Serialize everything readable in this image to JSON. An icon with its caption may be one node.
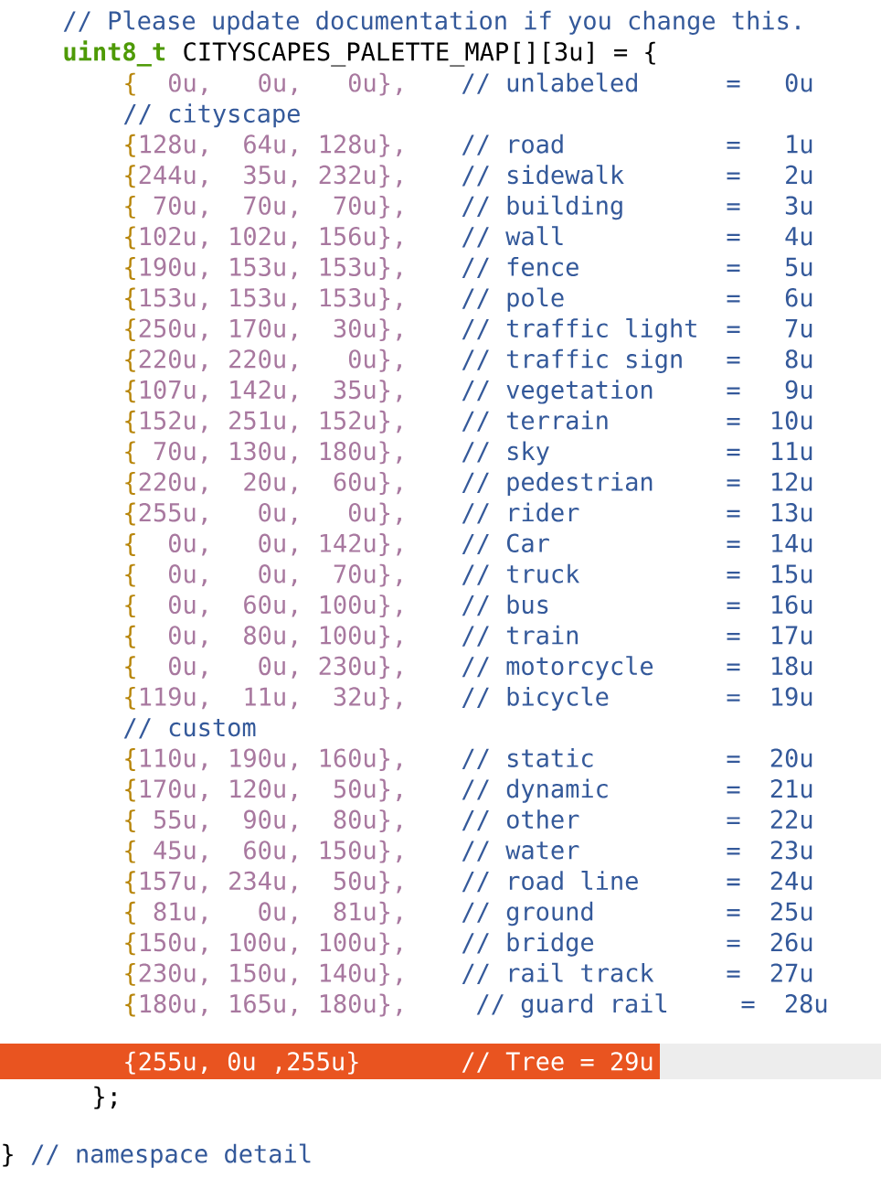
{
  "diagram": {
    "labels": [
      "// Please update documentation if you change this.",
      "uint8_t",
      "CITYSCAPES_PALETTE_MAP[][3u] = {",
      "{",
      "0u,",
      "0u,",
      "0u},",
      "// unlabeled",
      "=",
      "0u",
      "// cityscape",
      "{",
      "128u,",
      "64u,",
      "128u},",
      "// road",
      "=",
      "1u",
      "{",
      "244u,",
      "35u,",
      "232u},",
      "// sidewalk",
      "=",
      "2u",
      "{",
      "70u,",
      "70u,",
      "70u},",
      "// building",
      "=",
      "3u",
      "{",
      "102u,",
      "102u,",
      "156u},",
      "// wall",
      "=",
      "4u",
      "{",
      "190u,",
      "153u,",
      "153u},",
      "// fence",
      "=",
      "5u",
      "{",
      "153u,",
      "153u,",
      "153u},",
      "// pole",
      "=",
      "6u",
      "{",
      "250u,",
      "170u,",
      "30u},",
      "// traffic light",
      "=",
      "7u",
      "{",
      "220u,",
      "220u,",
      "0u},",
      "// traffic sign",
      "=",
      "8u",
      "{",
      "107u,",
      "142u,",
      "35u},",
      "// vegetation",
      "=",
      "9u",
      "{",
      "152u,",
      "251u,",
      "152u},",
      "// terrain",
      "=",
      "10u",
      "{",
      "70u,",
      "130u,",
      "180u},",
      "// sky",
      "=",
      "11u",
      "{",
      "220u,",
      "20u,",
      "60u},",
      "// pedestrian",
      "=",
      "12u",
      "{",
      "255u,",
      "0u,",
      "0u},",
      "// rider",
      "=",
      "13u",
      "{",
      "0u,",
      "0u,",
      "142u},",
      "// Car",
      "=",
      "14u",
      "{",
      "0u,",
      "0u,",
      "70u},",
      "// truck",
      "=",
      "15u",
      "{",
      "0u,",
      "60u,",
      "100u},",
      "// bus",
      "=",
      "16u",
      "{",
      "0u,",
      "80u,",
      "100u},",
      "// train",
      "=",
      "17u",
      "{",
      "0u,",
      "0u,",
      "230u},",
      "// motorcycle",
      "=",
      "18u",
      "{",
      "119u,",
      "11u,",
      "32u},",
      "// bicycle",
      "=",
      "19u",
      "// custom",
      "{",
      "110u,",
      "190u,",
      "160u},",
      "// static",
      "=",
      "20u",
      "{",
      "170u,",
      "120u,",
      "50u},",
      "// dynamic",
      "=",
      "21u",
      "{",
      "55u,",
      "90u,",
      "80u},",
      "// other",
      "=",
      "22u",
      "{",
      "45u,",
      "60u,",
      "150u},",
      "// water",
      "=",
      "23u",
      "{",
      "157u,",
      "234u,",
      "50u},",
      "// road line",
      "=",
      "24u",
      "{",
      "81u,",
      "0u,",
      "81u},",
      "// ground",
      "=",
      "25u",
      "{",
      "150u,",
      "100u,",
      "100u},",
      "// bridge",
      "=",
      "26u",
      "{",
      "230u,",
      "150u,",
      "140u},",
      "// rail track",
      "=",
      "27u",
      "{",
      "180u,",
      "165u,",
      "180u},",
      "// guard rail",
      "=",
      "28u",
      "{255u, 0u ,255u}",
      "// Tree = 29u",
      "};",
      "}",
      "// namespace detail"
    ]
  }
}
